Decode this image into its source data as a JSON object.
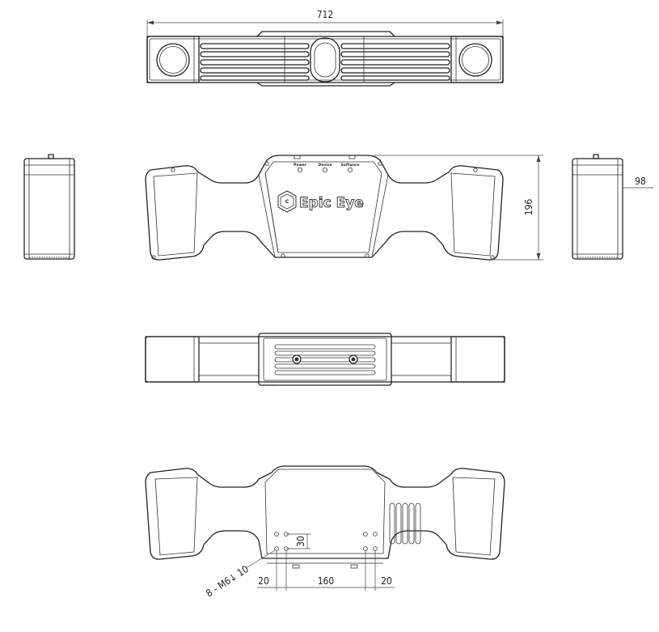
{
  "drawing": {
    "brand_logo": "Epic Eye",
    "indicator_labels": [
      "Power",
      "Device",
      "Software"
    ],
    "dimensions": {
      "overall_width": "712",
      "height": "196",
      "depth": "98",
      "hole_spacing_vertical": "30",
      "hole_spacing_center": "160",
      "hole_offset_left": "20",
      "hole_offset_right": "20",
      "thread_callout": "8 - M6↓ 10"
    },
    "views": [
      "top-view",
      "left-side-view",
      "front-view",
      "right-side-view",
      "bottom-view",
      "back-view"
    ]
  }
}
